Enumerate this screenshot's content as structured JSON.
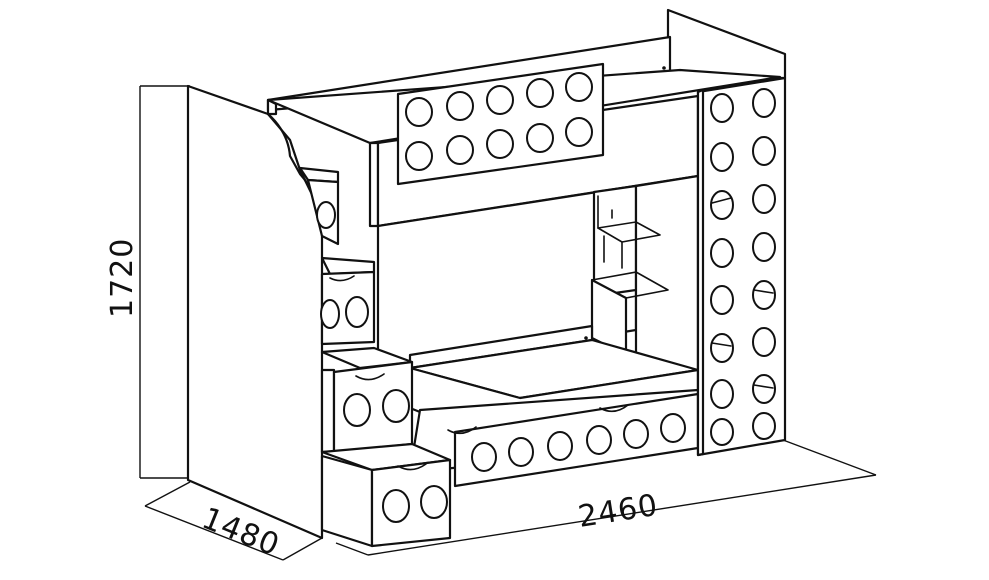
{
  "dimensions": {
    "height": "1720",
    "depth": "1480",
    "width": "2460"
  },
  "colors": {
    "line": "#111111",
    "background": "#ffffff"
  }
}
